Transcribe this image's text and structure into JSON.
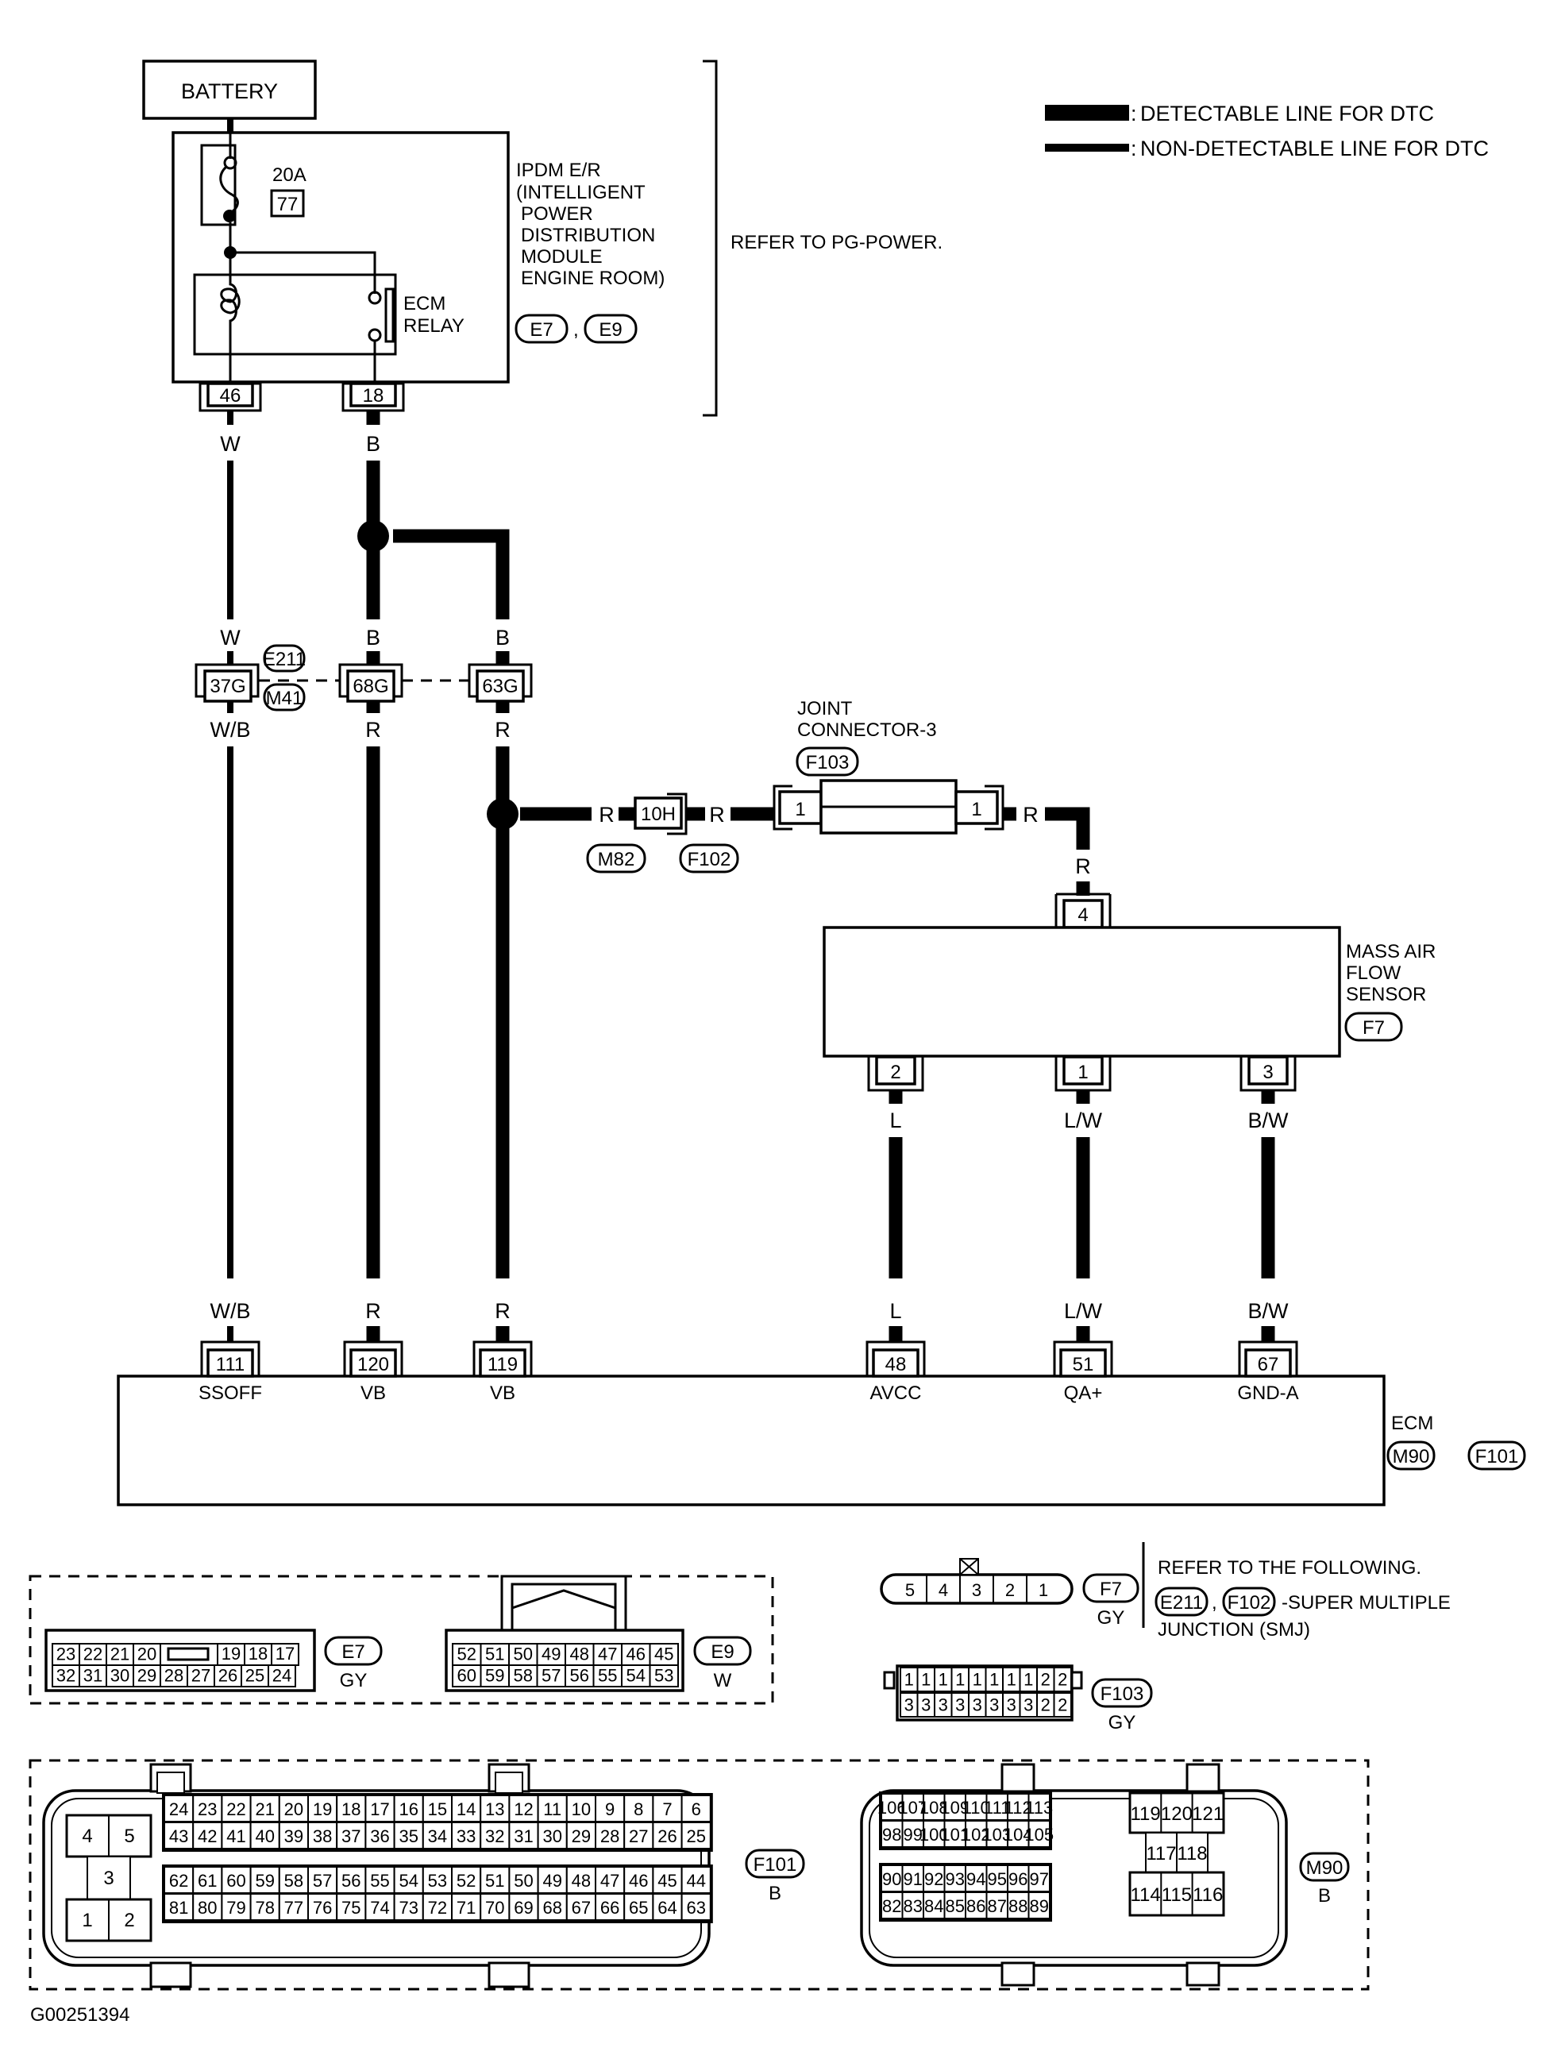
{
  "diagram_id": "G00251394",
  "legend": {
    "detectable": "DETECTABLE LINE FOR DTC",
    "non_detectable": "NON-DETECTABLE LINE FOR DTC",
    "sep": ":"
  },
  "battery": {
    "label": "BATTERY"
  },
  "ipdm": {
    "lines": [
      "IPDM E/R",
      "(INTELLIGENT",
      " POWER",
      " DISTRIBUTION",
      " MODULE",
      " ENGINE ROOM)"
    ],
    "connectors": [
      "E7",
      "E9"
    ],
    "comma": ",",
    "fuse_rating": "20A",
    "fuse_number": "77",
    "relay_lines": [
      "ECM",
      "RELAY"
    ],
    "pins": [
      "46",
      "18"
    ],
    "refer": "REFER TO PG-POWER."
  },
  "wires": {
    "w46": "W",
    "b18": "B",
    "junction_top": [
      "W",
      "B",
      "B"
    ],
    "junction_bottom": [
      "W/B",
      "R",
      "R"
    ],
    "branch_r": [
      "R",
      "R",
      "R"
    ],
    "maf_in": "R",
    "maf_out_top": [
      "L",
      "L/W",
      "B/W"
    ],
    "ecm_in": [
      "W/B",
      "R",
      "R",
      "L",
      "L/W",
      "B/W"
    ]
  },
  "smj": {
    "pins": [
      "37G",
      "68G",
      "63G"
    ],
    "connectors": [
      "E211",
      "M41"
    ]
  },
  "inline_10h": {
    "pin": "10H",
    "connectors": [
      "M82",
      "F102"
    ]
  },
  "joint": {
    "lines": [
      "JOINT",
      "CONNECTOR-3"
    ],
    "connector": "F103",
    "pins": [
      "1",
      "1"
    ]
  },
  "maf": {
    "lines": [
      "MASS AIR",
      "FLOW",
      "SENSOR"
    ],
    "connector": "F7",
    "pin_top": "4",
    "pins_bottom": [
      "2",
      "1",
      "3"
    ]
  },
  "ecm": {
    "label": "ECM",
    "connectors": [
      "M90",
      "F101"
    ],
    "pins": [
      "111",
      "120",
      "119",
      "48",
      "51",
      "67"
    ],
    "pin_names": [
      "SSOFF",
      "VB",
      "VB",
      "AVCC",
      "QA+",
      "GND-A"
    ]
  },
  "faces": {
    "e7": {
      "id": "E7",
      "color": "GY",
      "row1": [
        "23",
        "22",
        "21",
        "20",
        "",
        "19",
        "18",
        "17"
      ],
      "row2": [
        "32",
        "31",
        "30",
        "29",
        "28",
        "27",
        "26",
        "25",
        "24"
      ]
    },
    "e9": {
      "id": "E9",
      "color": "W",
      "row1": [
        "52",
        "51",
        "50",
        "49",
        "48",
        "47",
        "46",
        "45"
      ],
      "row2": [
        "60",
        "59",
        "58",
        "57",
        "56",
        "55",
        "54",
        "53"
      ]
    },
    "f7": {
      "id": "F7",
      "color": "GY",
      "cells": [
        "5",
        "4",
        "3",
        "2",
        "1"
      ]
    },
    "f103": {
      "id": "F103",
      "color": "GY",
      "row1": [
        "1",
        "1",
        "1",
        "1",
        "1",
        "1",
        "1",
        "1",
        "2",
        "2"
      ],
      "row2": [
        "3",
        "3",
        "3",
        "3",
        "3",
        "3",
        "3",
        "3",
        "2",
        "2"
      ]
    },
    "f101": {
      "id": "F101",
      "color": "B",
      "left": [
        "4",
        "5",
        "3",
        "1",
        "2"
      ],
      "row1": [
        "24",
        "23",
        "22",
        "21",
        "20",
        "19",
        "18",
        "17",
        "16",
        "15",
        "14",
        "13",
        "12",
        "11",
        "10",
        "9",
        "8",
        "7",
        "6"
      ],
      "row2": [
        "43",
        "42",
        "41",
        "40",
        "39",
        "38",
        "37",
        "36",
        "35",
        "34",
        "33",
        "32",
        "31",
        "30",
        "29",
        "28",
        "27",
        "26",
        "25"
      ],
      "row3": [
        "62",
        "61",
        "60",
        "59",
        "58",
        "57",
        "56",
        "55",
        "54",
        "53",
        "52",
        "51",
        "50",
        "49",
        "48",
        "47",
        "46",
        "45",
        "44"
      ],
      "row4": [
        "81",
        "80",
        "79",
        "78",
        "77",
        "76",
        "75",
        "74",
        "73",
        "72",
        "71",
        "70",
        "69",
        "68",
        "67",
        "66",
        "65",
        "64",
        "63"
      ]
    },
    "m90": {
      "id": "M90",
      "color": "B",
      "row1": [
        "106",
        "107",
        "108",
        "109",
        "110",
        "111",
        "112",
        "113"
      ],
      "row2": [
        "98",
        "99",
        "100",
        "101",
        "102",
        "103",
        "104",
        "105"
      ],
      "row3": [
        "90",
        "91",
        "92",
        "93",
        "94",
        "95",
        "96",
        "97"
      ],
      "row4": [
        "82",
        "83",
        "84",
        "85",
        "86",
        "87",
        "88",
        "89"
      ],
      "big_top": [
        "119",
        "120",
        "121"
      ],
      "big_mid": [
        "117",
        "118"
      ],
      "big_bot": [
        "114",
        "115",
        "116"
      ]
    }
  },
  "refer_following": {
    "title": "REFER TO THE FOLLOWING.",
    "connectors": [
      "E211",
      "F102"
    ],
    "comma": ",",
    "text1": "-SUPER MULTIPLE",
    "text2": "JUNCTION (SMJ)"
  }
}
